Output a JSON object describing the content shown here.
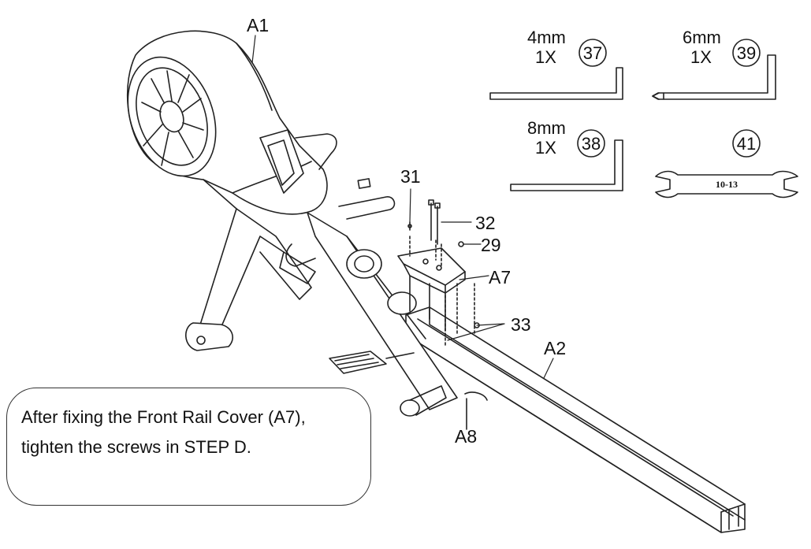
{
  "labels": {
    "a1": "A1",
    "a2": "A2",
    "a7": "A7",
    "a8": "A8",
    "p31": "31",
    "p32": "32",
    "p29": "29",
    "p33": "33"
  },
  "tools": {
    "t37": {
      "size": "4mm",
      "qty": "1X",
      "num": "37"
    },
    "t39": {
      "size": "6mm",
      "qty": "1X",
      "num": "39"
    },
    "t38": {
      "size": "8mm",
      "qty": "1X",
      "num": "38"
    },
    "t41": {
      "num": "41",
      "marking": "10-13"
    }
  },
  "note": {
    "line1": "After fixing the Front Rail Cover (A7),",
    "line2": "tighten the screws in STEP D."
  }
}
